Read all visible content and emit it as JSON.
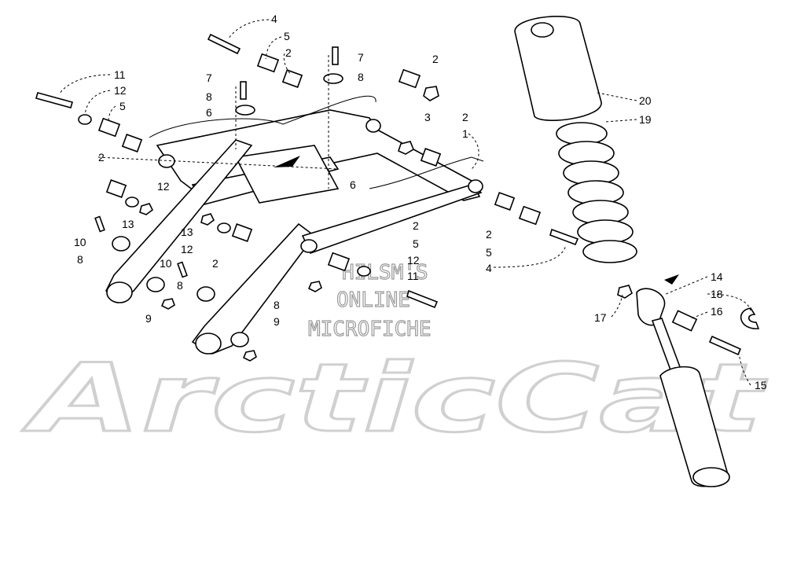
{
  "watermark": {
    "brand": "ArcticCat",
    "line1": "HILSM'S",
    "line2": "ONLINE",
    "line3": "MICROFICHE"
  },
  "callouts": {
    "c1": "1",
    "c2a": "2",
    "c2b": "2",
    "c2c": "2",
    "c2d": "2",
    "c2e": "2",
    "c2f": "2",
    "c2g": "2",
    "c3": "3",
    "c4a": "4",
    "c4b": "4",
    "c5a": "5",
    "c5b": "5",
    "c5c": "5",
    "c5d": "5",
    "c6a": "6",
    "c6b": "6",
    "c7a": "7",
    "c7b": "7",
    "c8a": "8",
    "c8b": "8",
    "c8c": "8",
    "c8d": "8",
    "c8e": "8",
    "c9a": "9",
    "c9b": "9",
    "c10a": "10",
    "c10b": "10",
    "c11a": "11",
    "c11b": "11",
    "c12a": "12",
    "c12b": "12",
    "c12c": "12",
    "c12d": "12",
    "c13a": "13",
    "c13b": "13",
    "c14": "14",
    "c15": "15",
    "c16": "16",
    "c17": "17",
    "c18": "18",
    "c19": "19",
    "c20": "20"
  }
}
